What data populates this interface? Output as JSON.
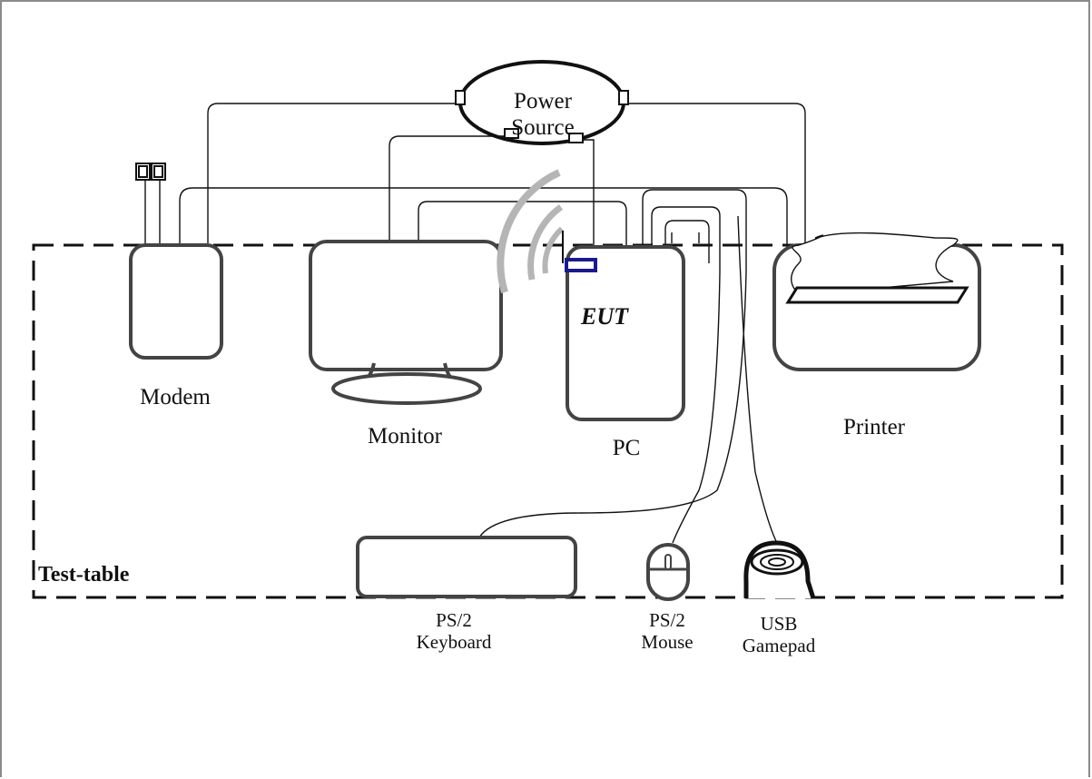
{
  "labels": {
    "power_source_line1": "Power",
    "power_source_line2": "Source",
    "modem": "Modem",
    "monitor": "Monitor",
    "pc": "PC",
    "eut": "EUT",
    "printer": "Printer",
    "test_table": "Test-table",
    "keyboard_line1": "PS/2",
    "keyboard_line2": "Keyboard",
    "mouse_line1": "PS/2",
    "mouse_line2": "Mouse",
    "gamepad_line1": "USB",
    "gamepad_line2": "Gamepad"
  },
  "colors": {
    "device_stroke": "#444444",
    "cable": "#111111",
    "wireless_arcs": "#b5b5b5",
    "wireless_module": "#1a1a8c"
  }
}
